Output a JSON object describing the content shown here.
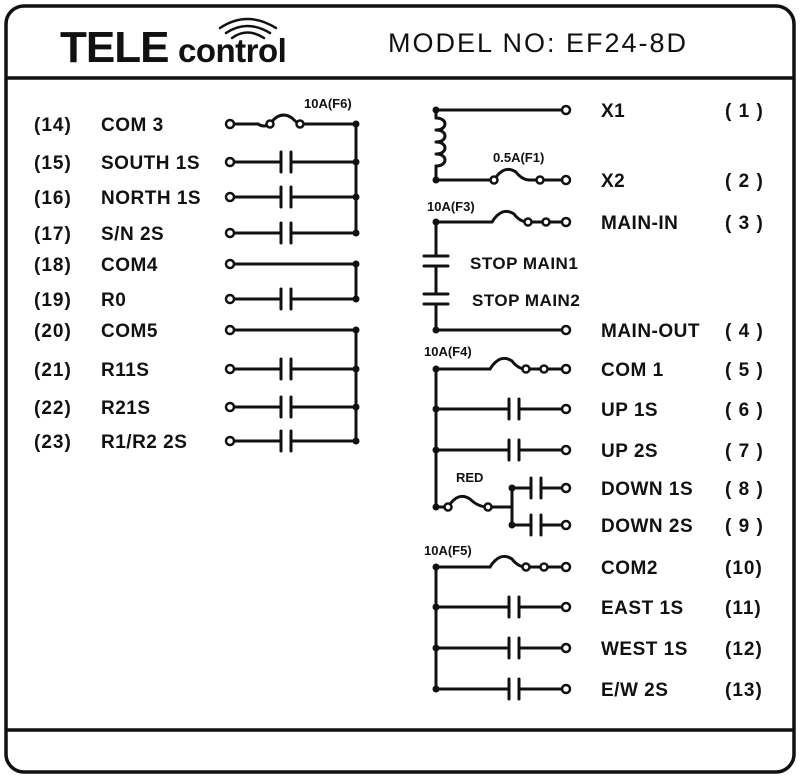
{
  "header": {
    "logo_tele": "TELE",
    "logo_control": "control",
    "model_label": "MODEL  NO:  EF24-8D"
  },
  "fuses": {
    "f6": "10A(F6)",
    "f1": "0.5A(F1)",
    "f3": "10A(F3)",
    "f4": "10A(F4)",
    "red": "RED",
    "f5": "10A(F5)"
  },
  "stops": {
    "main1": "STOP MAIN1",
    "main2": "STOP MAIN2"
  },
  "left_terminals": [
    {
      "num": "(14)",
      "label": "COM 3"
    },
    {
      "num": "(15)",
      "label": "SOUTH 1S"
    },
    {
      "num": "(16)",
      "label": "NORTH 1S"
    },
    {
      "num": "(17)",
      "label": "S/N 2S"
    },
    {
      "num": "(18)",
      "label": "COM4"
    },
    {
      "num": "(19)",
      "label": "R0"
    },
    {
      "num": "(20)",
      "label": "COM5"
    },
    {
      "num": "(21)",
      "label": "R11S"
    },
    {
      "num": "(22)",
      "label": "R21S"
    },
    {
      "num": "(23)",
      "label": "R1/R2 2S"
    }
  ],
  "right_terminals": [
    {
      "num": "( 1 )",
      "label": "X1"
    },
    {
      "num": "( 2 )",
      "label": "X2"
    },
    {
      "num": "( 3 )",
      "label": "MAIN-IN"
    },
    {
      "num": "( 4 )",
      "label": "MAIN-OUT"
    },
    {
      "num": "( 5 )",
      "label": "COM 1"
    },
    {
      "num": "( 6 )",
      "label": "UP  1S"
    },
    {
      "num": "( 7 )",
      "label": "UP  2S"
    },
    {
      "num": "( 8 )",
      "label": "DOWN 1S"
    },
    {
      "num": "( 9 )",
      "label": "DOWN 2S"
    },
    {
      "num": "(10)",
      "label": "COM2"
    },
    {
      "num": "(11)",
      "label": "EAST 1S"
    },
    {
      "num": "(12)",
      "label": "WEST 1S"
    },
    {
      "num": "(13)",
      "label": "E/W 2S"
    }
  ]
}
